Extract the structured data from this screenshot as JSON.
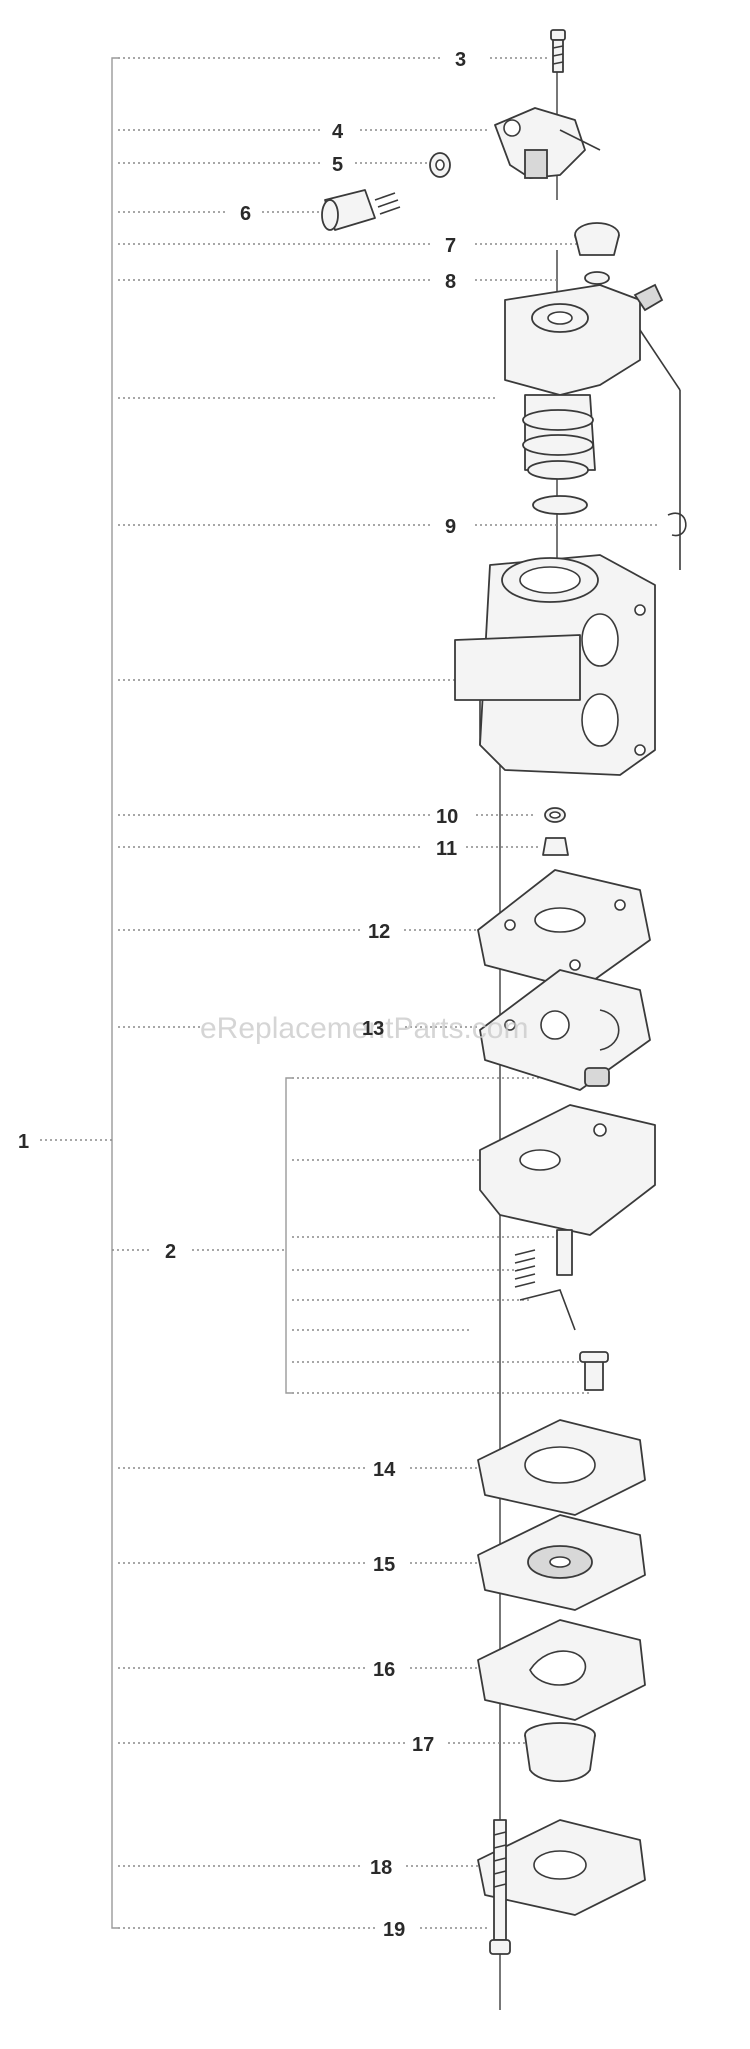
{
  "watermark": "eReplacementParts.com",
  "colors": {
    "line": "#3a3a3a",
    "leader": "#8a8a8a",
    "label": "#2a2a2a",
    "background": "#ffffff"
  },
  "parts": [
    {
      "number": "1"
    },
    {
      "number": "2"
    },
    {
      "number": "3"
    },
    {
      "number": "4"
    },
    {
      "number": "5"
    },
    {
      "number": "6"
    },
    {
      "number": "7"
    },
    {
      "number": "8"
    },
    {
      "number": "9"
    },
    {
      "number": "10"
    },
    {
      "number": "11"
    },
    {
      "number": "12"
    },
    {
      "number": "13"
    },
    {
      "number": "14"
    },
    {
      "number": "15"
    },
    {
      "number": "16"
    },
    {
      "number": "17"
    },
    {
      "number": "18"
    },
    {
      "number": "19"
    }
  ]
}
